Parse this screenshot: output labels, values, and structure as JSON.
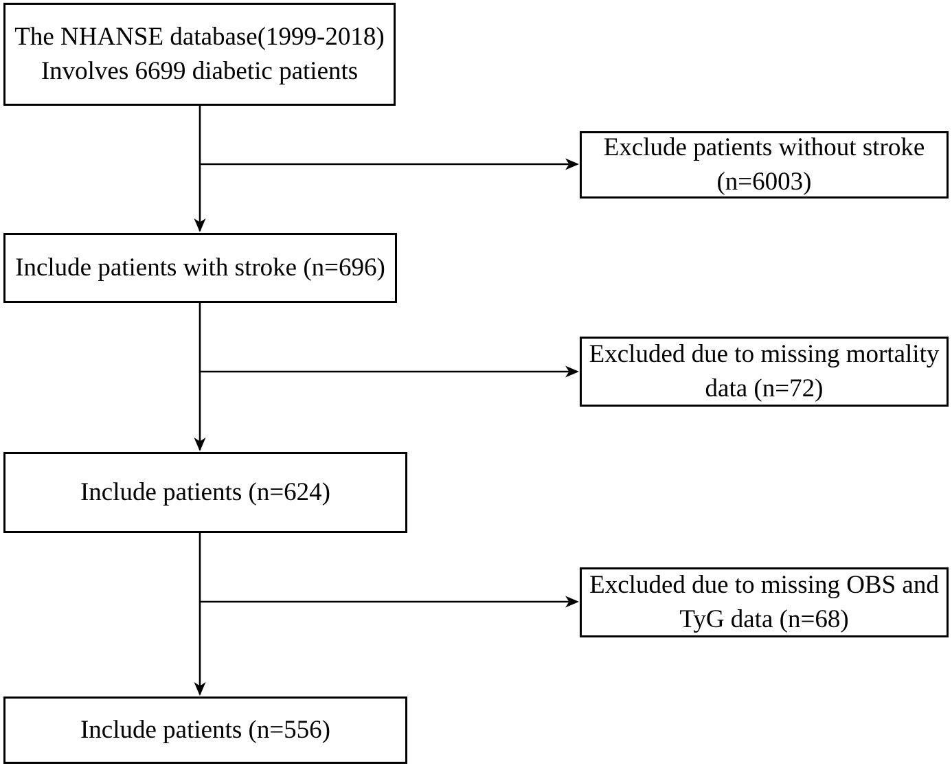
{
  "flow": {
    "main_boxes": [
      {
        "id": "database",
        "lines": [
          "The NHANSE database(1999-2018)",
          "Involves 6699 diabetic patients"
        ]
      },
      {
        "id": "include-stroke",
        "lines": [
          "Include patients with stroke (n=696)"
        ]
      },
      {
        "id": "include-624",
        "lines": [
          "Include patients (n=624)"
        ]
      },
      {
        "id": "include-556",
        "lines": [
          "Include patients (n=556)"
        ]
      }
    ],
    "exclusion_boxes": [
      {
        "id": "exclude-no-stroke",
        "lines": [
          "Exclude patients without stroke",
          "(n=6003)"
        ]
      },
      {
        "id": "exclude-missing-mortality",
        "lines": [
          "Excluded due to missing mortality",
          "data (n=72)"
        ]
      },
      {
        "id": "exclude-missing-obs-tyg",
        "lines": [
          "Excluded due to missing OBS and",
          "TyG data (n=68)"
        ]
      }
    ],
    "edges": [
      {
        "from": "database",
        "to": "include-stroke",
        "type": "arrow-down"
      },
      {
        "from": "database",
        "to": "exclude-no-stroke",
        "type": "arrow-right-branch"
      },
      {
        "from": "include-stroke",
        "to": "include-624",
        "type": "arrow-down"
      },
      {
        "from": "include-stroke",
        "to": "exclude-missing-mortality",
        "type": "arrow-right-branch"
      },
      {
        "from": "include-624",
        "to": "include-556",
        "type": "arrow-down"
      },
      {
        "from": "include-624",
        "to": "exclude-missing-obs-tyg",
        "type": "arrow-right-branch"
      }
    ],
    "colors": {
      "background": "#ffffff",
      "box_border": "#000000",
      "text": "#000000",
      "line": "#000000"
    }
  }
}
